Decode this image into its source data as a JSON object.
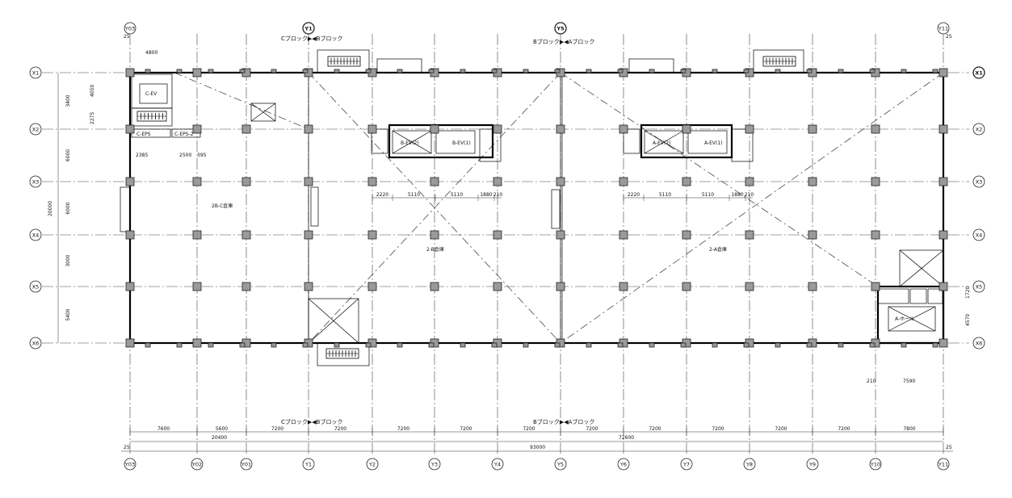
{
  "grid": {
    "y_axes": [
      "Y03",
      "Y02",
      "Y01",
      "Y1",
      "Y2",
      "Y3",
      "Y4",
      "Y5",
      "Y6",
      "Y7",
      "Y8",
      "Y9",
      "Y10",
      "Y11"
    ],
    "x_axes": [
      "X1",
      "X2",
      "X3",
      "X4",
      "X5",
      "X6"
    ]
  },
  "boundaries": [
    {
      "left": "Cブロック",
      "right": "Bブロック"
    },
    {
      "left": "Bブロック",
      "right": "Aブロック"
    }
  ],
  "dimensions": {
    "bottom_spans": [
      "7600",
      "5600",
      "7200",
      "7200",
      "7200",
      "7200",
      "7200",
      "7200",
      "7200",
      "7200",
      "7200",
      "7200",
      "7800"
    ],
    "subtotal_left": "20400",
    "subtotal_right": "72600",
    "total": "93000",
    "edge_offset": "25",
    "left_vertical": [
      "3400",
      "6000",
      "6000",
      "3000",
      "5400"
    ],
    "left_total": "20000",
    "top_span": "4800",
    "mid_spans": [
      "2220",
      "5110",
      "5110",
      "1880",
      "210"
    ],
    "right_bottom": [
      "210",
      "7590"
    ],
    "right_vertical": [
      "1720",
      "4570"
    ],
    "misc_left": [
      "4050",
      "2275",
      "2385",
      "2500",
      "395"
    ]
  },
  "rooms": [
    {
      "label": "C-EV"
    },
    {
      "label": "B-EV(2)"
    },
    {
      "label": "B-EV(1)"
    },
    {
      "label": "A-EV(2)"
    },
    {
      "label": "A-EV(1)"
    },
    {
      "label": "2B-C倉庫"
    },
    {
      "label": "2-B倉庫"
    },
    {
      "label": "2-A倉庫"
    },
    {
      "label": "A-ホール"
    },
    {
      "label": "C-EPS"
    },
    {
      "label": "C-EPS-2"
    }
  ]
}
